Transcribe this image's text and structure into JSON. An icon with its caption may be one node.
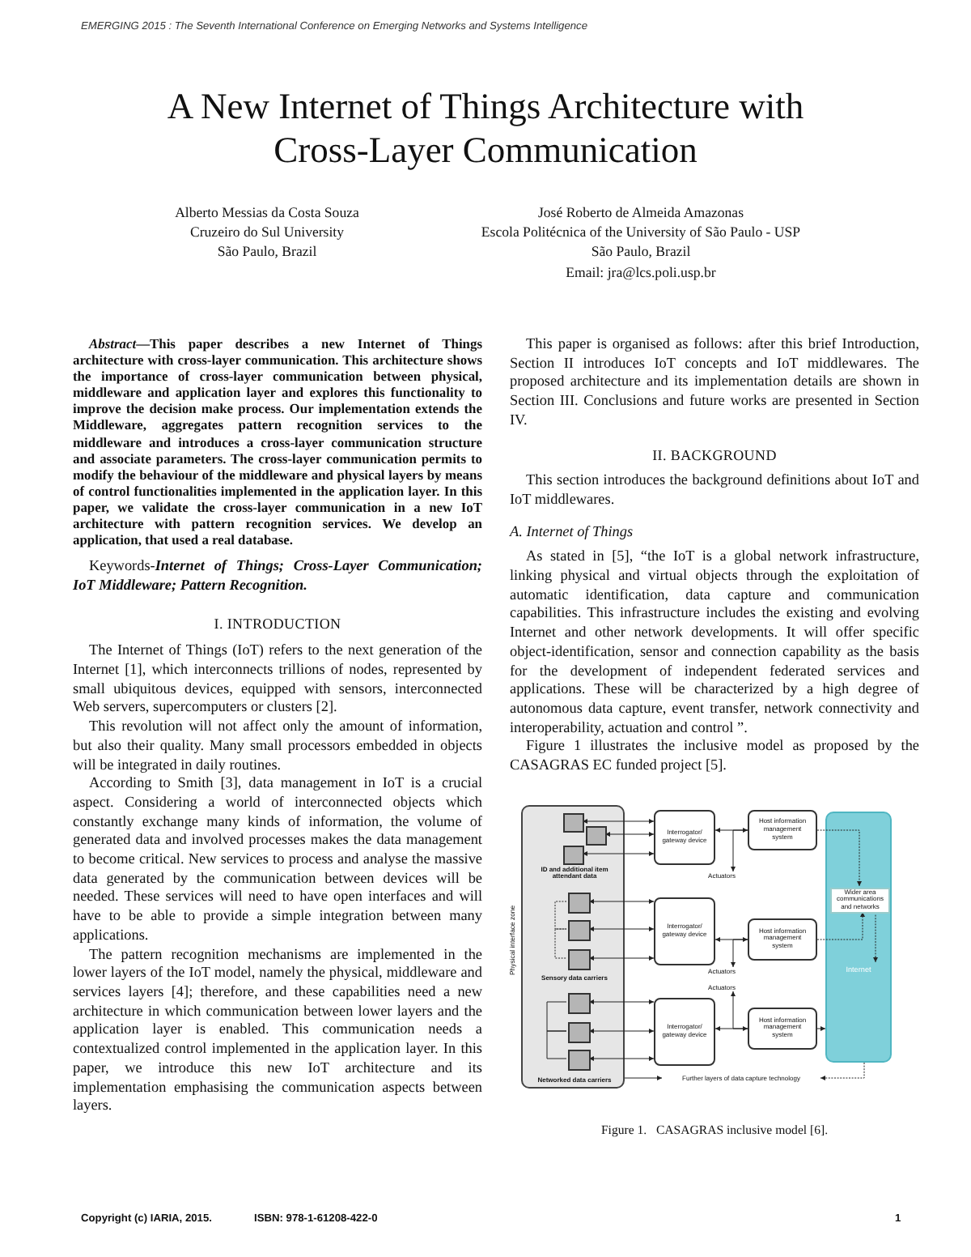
{
  "diagram": {
    "title": "A New Internet of Things Architecture with Cross-Layer Communication",
    "caption": "Figure 1.   CASAGRAS inclusive model [6].",
    "nodes": [
      {
        "text": [
          "Physical interface zone"
        ]
      },
      {
        "text": [],
        "shape": "box",
        "in": 0
      },
      {
        "text": [],
        "shape": "box",
        "in": 0
      },
      {
        "text": [],
        "shape": "box",
        "in": 0
      },
      {
        "text": [],
        "shape": "box",
        "in": 0
      },
      {
        "text": [],
        "shape": "box",
        "in": 0
      },
      {
        "text": [],
        "shape": "box",
        "in": 0
      },
      {
        "text": [],
        "shape": "box",
        "in": 0
      },
      {
        "text": [],
        "shape": "box",
        "in": 0
      },
      {
        "text": [],
        "shape": "box",
        "in": 0
      },
      {
        "text": [
          "Interrogator/ gateway device"
        ]
      },
      {
        "text": [
          "Host information management system"
        ]
      },
      {
        "text": [
          "Actuators"
        ]
      },
      {
        "text": [
          "Interrogator/ gateway device"
        ]
      },
      {
        "text": [
          "Host information management system"
        ]
      },
      {
        "text": [
          "Actuators"
        ]
      },
      {
        "text": [
          "Actuators"
        ]
      },
      {
        "text": [
          "Interrogator/ gateway device"
        ]
      },
      {
        "text": [
          "Host information management system"
        ]
      },
      {
        "text": [
          "Internet"
        ]
      },
      {
        "text": [
          "Wider area communications and networks"
        ],
        "in": 19
      },
      {
        "text": [
          "Further layers of data capture technology"
        ]
      }
    ],
    "edges": [
      {
        "from": 1,
        "to": 10,
        "arrow": "both"
      },
      {
        "from": 2,
        "to": 10,
        "arrow": "both"
      },
      {
        "from": 3,
        "to": 10,
        "arrow": "both"
      },
      {
        "from": 4,
        "to": 13,
        "arrow": "both"
      },
      {
        "from": 5,
        "to": 13,
        "arrow": "both"
      },
      {
        "from": 6,
        "to": 13,
        "arrow": "both"
      },
      {
        "from": 7,
        "to": 17,
        "arrow": "both"
      },
      {
        "from": 8,
        "to": 17,
        "arrow": "both"
      },
      {
        "from": 9,
        "to": 17,
        "arrow": "both"
      },
      {
        "from": 10,
        "to": 11,
        "arrow": "both"
      },
      {
        "from": 13,
        "to": 14,
        "arrow": "both"
      },
      {
        "from": 17,
        "to": 18,
        "arrow": "both"
      },
      {
        "from": 11,
        "to": 12,
        "arrow": "to"
      },
      {
        "from": 14,
        "to": 15,
        "arrow": "to"
      },
      {
        "from": 18,
        "to": 16,
        "arrow": "to"
      },
      {
        "from": 11,
        "to": 20,
        "arrow": "to",
        "style": "dashed"
      },
      {
        "from": 14,
        "to": 20,
        "arrow": "to",
        "style": "dashed"
      },
      {
        "from": 20,
        "to": 19,
        "arrow": "to",
        "style": "dashed"
      },
      {
        "from": 18,
        "to": 19,
        "arrow": "to"
      },
      {
        "from": 19,
        "to": 21,
        "arrow": "to",
        "style": "dashed"
      },
      {
        "from": 0,
        "to": 21,
        "arrow": "to"
      },
      {
        "from": 4,
        "to": 5,
        "arrow": "none",
        "style": "dashed"
      },
      {
        "from": 5,
        "to": 6,
        "arrow": "none",
        "style": "dashed"
      },
      {
        "from": 7,
        "to": 8,
        "arrow": "none"
      },
      {
        "from": 8,
        "to": 9,
        "arrow": "none"
      }
    ],
    "labels": [
      "EMERGING 2015 : The Seventh International Conference on Emerging Networks and Systems Intelligence",
      "Alberto Messias da Costa Souza",
      "Cruzeiro do Sul University",
      "São Paulo, Brazil",
      "José Roberto de Almeida Amazonas",
      "Escola Politécnica of the University of São Paulo - USP",
      "São Paulo, Brazil",
      "Email: jra@lcs.poli.usp.br",
      "*Abstract*—This paper describes a new Internet of Things architecture with cross-layer communication. This architecture shows the importance of cross-layer communication between physical, middleware and application layer and explores this functionality to improve the decision make process. Our implementation extends the Middleware, aggregates pattern recognition services to the middleware and introduces a cross-layer communication structure and associate parameters. The cross-layer communication permits to modify the behaviour of the middleware and physical layers by means of control functionalities implemented in the application layer. In this paper, we validate the cross-layer communication in a new IoT architecture with pattern recognition services. We develop an application, that used a real database.",
      "Keywords-*Internet of Things; Cross-Layer Communication; IoT Middleware; Pattern Recognition.*",
      "I. INTRODUCTION",
      "The Internet of Things (IoT) refers to the next generation of the Internet [1], which interconnects trillions of nodes, represented by small ubiquitous devices, equipped with sensors, interconnected Web servers, supercomputers or clusters [2].",
      "This revolution will not affect only the amount of information, but also their quality. Many small processors embedded in objects will be integrated in daily routines.",
      "According to Smith [3], data management in IoT is a crucial aspect. Considering a world of interconnected objects which constantly exchange many kinds of information, the volume of generated data and involved processes makes the data management to become critical. New services to process and analyse the massive data generated by the communication between devices will be needed. These services will need to have open interfaces and will have to be able to provide a simple integration between many applications.",
      "The pattern recognition mechanisms are implemented in the lower layers of the IoT model, namely the physical, middleware and services layers [4]; therefore, and these capabilities need a new architecture in which communication between lower layers and the application layer is enabled. This communication needs a contextualized control implemented in the application layer. In this paper, we introduce this new IoT architecture and its implementation emphasising the communication aspects between layers.",
      "This paper is organised as follows: after this brief Introduction, Section II introduces IoT concepts and IoT middlewares. The proposed architecture and its implementation details are shown in Section III. Conclusions and future works are presented in Section IV.",
      "II. BACKGROUND",
      "This section introduces the background definitions about IoT and IoT middlewares.",
      "A. Internet of Things",
      "As stated in [5], “the IoT is a global network infrastructure, linking physical and virtual objects through the exploitation of automatic identification, data capture and communication capabilities. This infrastructure includes the existing and evolving Internet and other network developments. It will offer specific object-identification, sensor and connection capability as the basis for the development of independent federated services and applications. These will be characterized by a high degree of autonomous data capture, event transfer, network connectivity and interoperability, actuation and control ”.",
      "Figure 1 illustrates the inclusive model as proposed by the CASAGRAS EC funded project [5].",
      "ID and additional item attendant data",
      "Sensory data carriers",
      "Networked data carriers",
      "Copyright (c) IARIA, 2015.",
      "ISBN:  978-1-61208-422-0",
      "1"
    ]
  }
}
